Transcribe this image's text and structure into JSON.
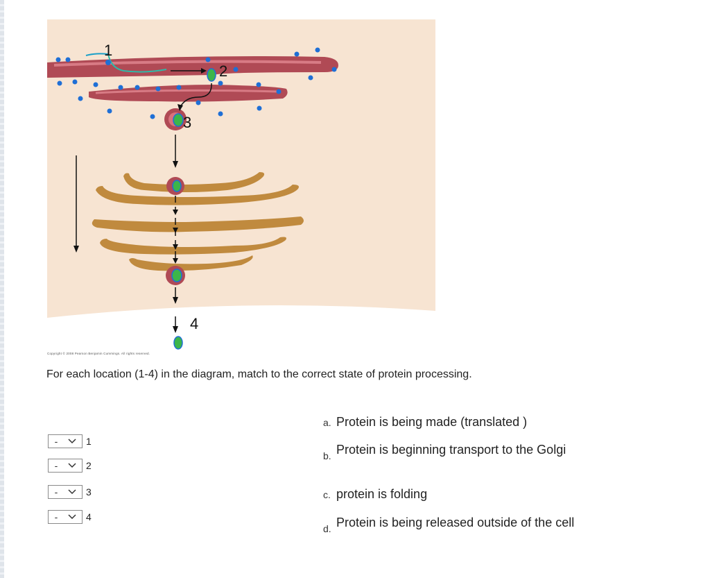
{
  "diagram": {
    "location_labels": [
      "1",
      "2",
      "3",
      "4"
    ],
    "colors": {
      "background": "#f7e4d2",
      "er": "#b04a55",
      "golgi": "#c08a3e",
      "ribosome": "#1f6fd6",
      "protein": "#3cb54a"
    }
  },
  "copyright": "Copyright © 2008 Pearson Benjamin Cummings. All rights reserved.",
  "question": "For each location (1-4) in the diagram, match to the correct state of protein processing.",
  "matches": [
    {
      "value": "-",
      "label": "1"
    },
    {
      "value": "-",
      "label": "2"
    },
    {
      "value": "-",
      "label": "3"
    },
    {
      "value": "-",
      "label": "4"
    }
  ],
  "options": [
    {
      "letter": "a.",
      "text": "Protein is being made (translated )"
    },
    {
      "letter": "b.",
      "text": "Protein is beginning transport to the Golgi"
    },
    {
      "letter": "c.",
      "text": "protein is folding"
    },
    {
      "letter": "d.",
      "text": "Protein is being released outside of the cell"
    }
  ]
}
